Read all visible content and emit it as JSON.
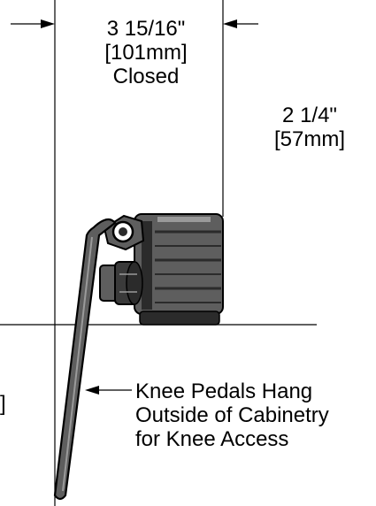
{
  "dimensions": {
    "width": {
      "imperial": "3 15/16\"",
      "metric": "101mm",
      "state": "Closed"
    },
    "height": {
      "imperial": "2 1/4\"",
      "metric": "57mm"
    }
  },
  "callout": {
    "lines": [
      "Knee Pedals Hang",
      "Outside of Cabinetry",
      "for Knee Access"
    ]
  },
  "clipped_bracket": "]",
  "colors": {
    "ink": "#000000",
    "body_fill": "#5e5e5e",
    "body_dark": "#2b2b2b",
    "highlight": "#9a9a9a",
    "background": "#ffffff"
  }
}
